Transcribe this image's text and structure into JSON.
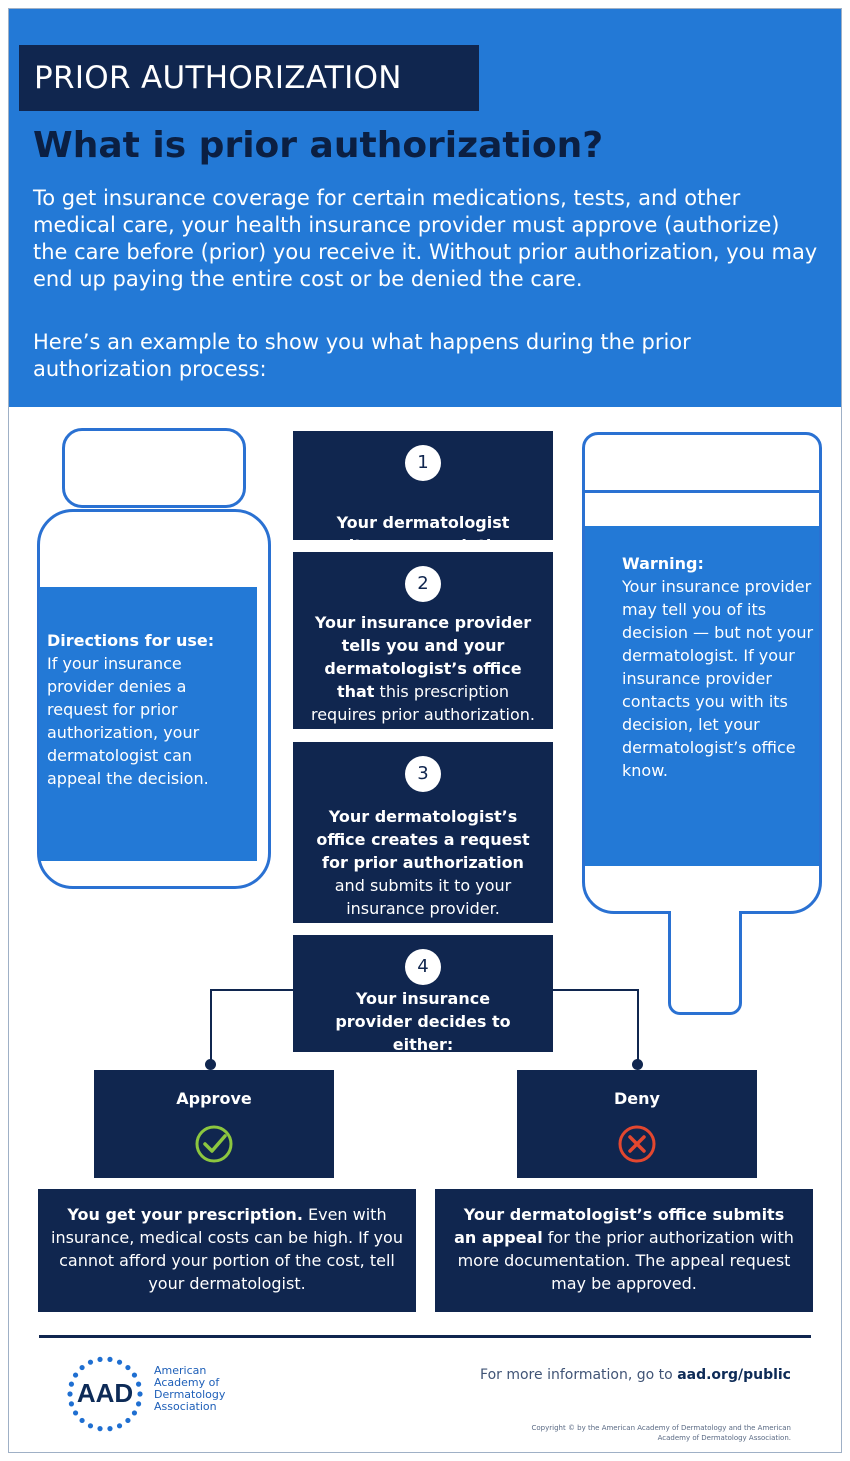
{
  "header": {
    "kicker": "PRIOR AUTHORIZATION",
    "title": "What is prior authorization?",
    "intro": "To get insurance coverage for certain medications, tests, and other medical care, your health insurance provider must approve (authorize) the care before (prior) you receive it. Without prior authorization, you may end up paying the entire cost or be denied the care.",
    "example": "Here’s an example to show you what happens during the prior authorization process:"
  },
  "bottle": {
    "title": "Directions for use:",
    "text": "If your insurance provider denies a request for prior authorization, your dermatologist can appeal the decision."
  },
  "tube": {
    "title": "Warning:",
    "text": "Your insurance provider may tell you of its decision — but not your dermatologist. If your insurance provider contacts you with its decision, let your dermatologist’s office know."
  },
  "steps": [
    {
      "number": "1",
      "bold": "Your dermatologist writes a prescription.",
      "text": ""
    },
    {
      "number": "2",
      "bold": "Your insurance provider tells you and your dermatologist’s office that",
      "text": " this prescription requires prior authorization."
    },
    {
      "number": "3",
      "bold": "Your dermatologist’s office creates a request for prior authorization",
      "text": " and submits it to your insurance provider."
    },
    {
      "number": "4",
      "bold": "Your insurance provider decides to either:",
      "text": ""
    }
  ],
  "choices": {
    "approve": {
      "label": "Approve",
      "icon": "check-circle-icon",
      "color": "#8cc63f"
    },
    "deny": {
      "label": "Deny",
      "icon": "x-circle-icon",
      "color": "#e3472f"
    }
  },
  "results": {
    "approve": {
      "bold": "You get your prescription.",
      "text": " Even with insurance, medical costs can be high. If you cannot afford your portion of the cost, tell your dermatologist."
    },
    "deny": {
      "bold_1": "Your dermatologist’s office submits an ",
      "bold_2": "appeal",
      "text": " for the prior authorization with more documentation. The appeal request may be approved."
    }
  },
  "footer": {
    "logo_abbr": "AAD",
    "logo_lines": [
      "American",
      "Academy of",
      "Dermatology",
      "Association"
    ],
    "more_info": "For more information, go to ",
    "more_info_link": "aad.org/public",
    "copyright": "Copyright © by the American Academy of Dermatology and the American Academy of Dermatology Association."
  },
  "colors": {
    "hero_blue": "#2379d6",
    "navy": "#10264f"
  }
}
